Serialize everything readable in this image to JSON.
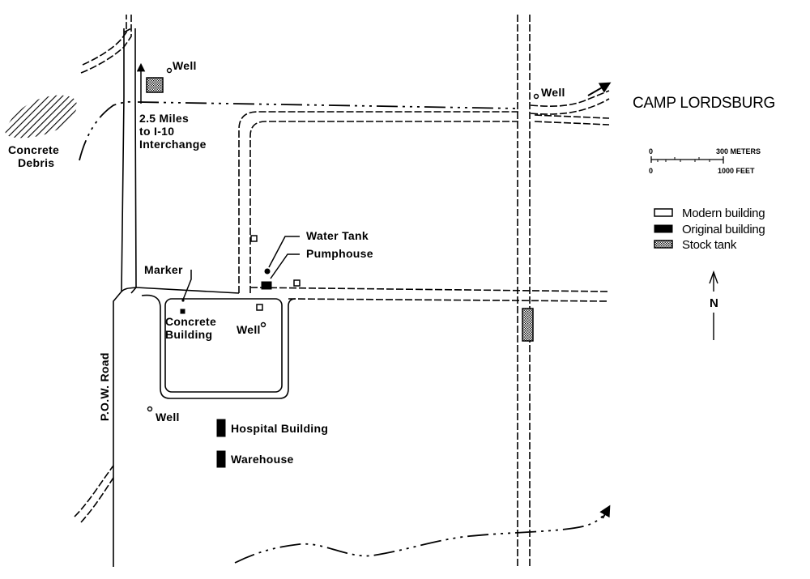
{
  "title": "CAMP LORDSBURG",
  "labels": {
    "well": "Well",
    "concrete_line1": "Concrete",
    "debris_line": "Debris",
    "distance_line1": "2.5 Miles",
    "distance_line2": "to I-10",
    "distance_line3": "Interchange",
    "water_tank": "Water Tank",
    "pumphouse": "Pumphouse",
    "marker": "Marker",
    "building_line": "Building",
    "pow_road": "P.O.W. Road",
    "hospital_building": "Hospital Building",
    "warehouse": "Warehouse"
  },
  "scale_bar": {
    "zero_top": "0",
    "meters_label": "300 METERS",
    "zero_bottom": "0",
    "feet_label": "1000 FEET"
  },
  "legend": [
    {
      "symbol": "modern",
      "label": "Modern building"
    },
    {
      "symbol": "original",
      "label": "Original building"
    },
    {
      "symbol": "stock",
      "label": "Stock tank"
    }
  ],
  "north_label": "N",
  "colors": {
    "ink": "#000000",
    "paper": "#ffffff"
  }
}
